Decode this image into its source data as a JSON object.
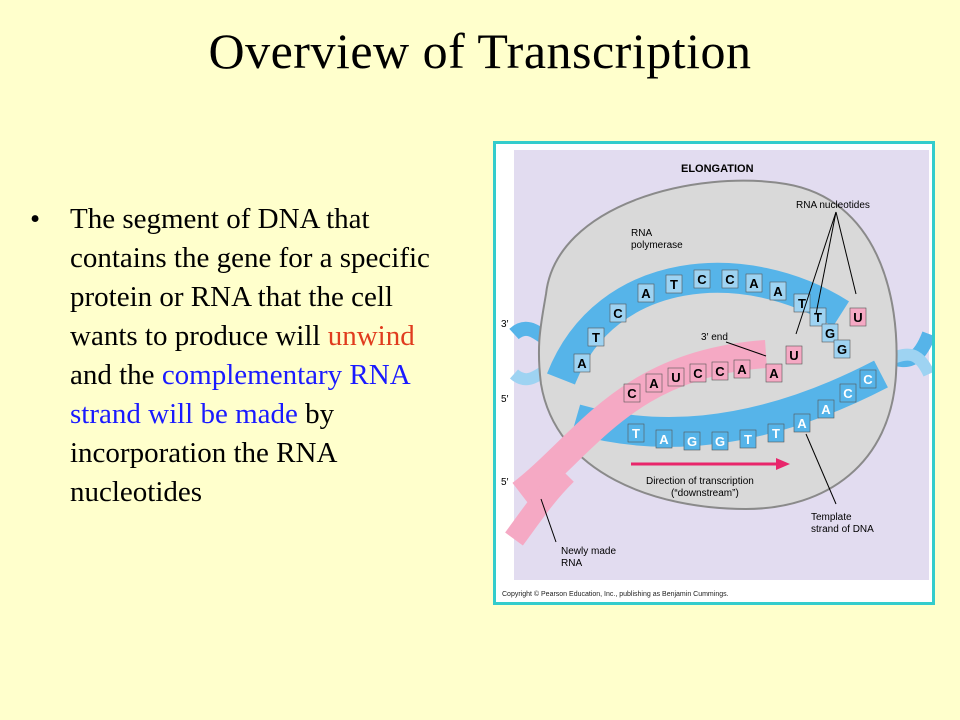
{
  "slide": {
    "title": "Overview of Transcription",
    "bullet": {
      "bullet_char": "•",
      "segments": [
        {
          "text": "The segment of DNA that contains the gene for a specific protein or RNA that the cell wants to produce will ",
          "color": "#000000"
        },
        {
          "text": "unwind",
          "color": "#e03c1e"
        },
        {
          "text": " and the ",
          "color": "#000000"
        },
        {
          "text": "complementary RNA strand will be made",
          "color": "#1a1aff"
        },
        {
          "text": " by incorporation the RNA nucleotides",
          "color": "#000000"
        }
      ]
    }
  },
  "figure": {
    "heading": "ELONGATION",
    "labels": {
      "rna_polymerase": [
        "RNA",
        "polymerase"
      ],
      "rna_nucleotides": "RNA nucleotides",
      "three_prime_end": "3′ end",
      "direction": [
        "Direction of transcription",
        "(“downstream”)"
      ],
      "template": [
        "Template",
        "strand of DNA"
      ],
      "newly_made": [
        "Newly made",
        "RNA"
      ],
      "three_prime": "3′",
      "five_prime_1": "5′",
      "five_prime_2": "5′"
    },
    "top_strand_bases": [
      "A",
      "T",
      "C",
      "A",
      "T",
      "C",
      "C",
      "A",
      "A",
      "T",
      "T",
      "G",
      "G"
    ],
    "template_bases": [
      "T",
      "A",
      "G",
      "G",
      "T",
      "T",
      "A",
      "A",
      "C",
      "C"
    ],
    "rna_bases": [
      "C",
      "A",
      "U",
      "C",
      "C",
      "A"
    ],
    "free_nucleotides": [
      "A",
      "U",
      "U"
    ],
    "copyright": "Copyright © Pearson Education, Inc., publishing as Benjamin Cummings.",
    "colors": {
      "frame": "#33cccc",
      "polymerase": "#d9d9d9",
      "background_panel": "#e2dcf0",
      "dna_blue": "#56b4e9",
      "dna_light": "#9ed3f2",
      "rna_pink": "#f5a9c4",
      "arrow": "#e8266b"
    }
  }
}
